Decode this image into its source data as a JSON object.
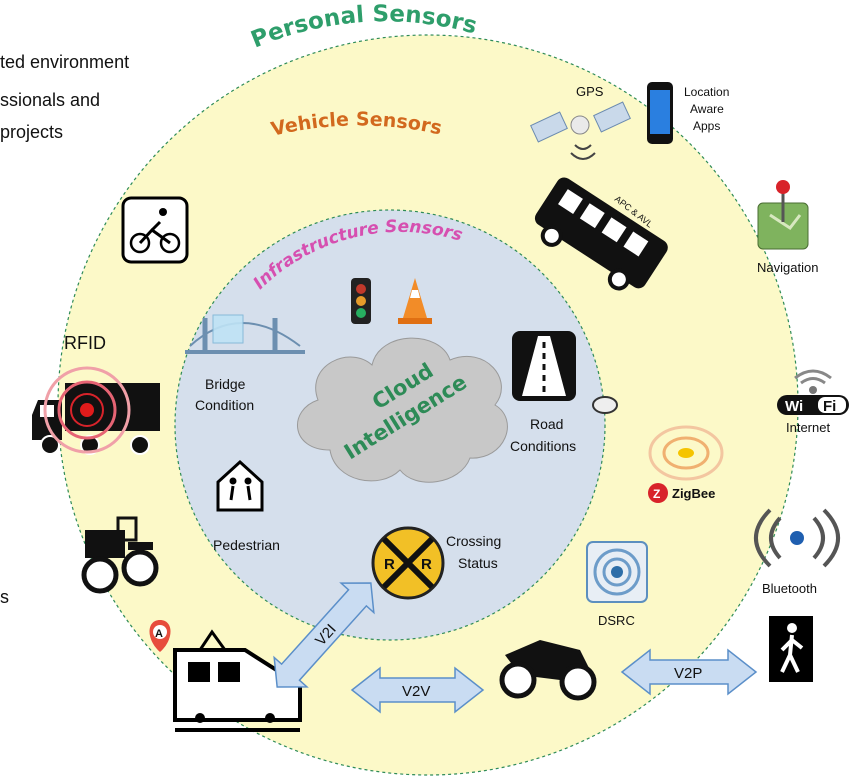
{
  "intro_text": [
    "ted environment",
    "ssionals and",
    "projects"
  ],
  "intro_fragment_lower": "s",
  "rings": {
    "outer_title": "Personal Sensors",
    "middle_title": "Vehicle Sensors",
    "inner_title": "Infrastructure Sensors"
  },
  "center": {
    "line1": "Cloud",
    "line2": "Intelligence"
  },
  "labels": {
    "gps": "GPS",
    "location_apps": [
      "Location",
      "Aware",
      "Apps"
    ],
    "apc_avl": "APC & AVL",
    "navigation": "Navigation",
    "rfid": "RFID",
    "internet": "Internet",
    "wifi_word": "Wi",
    "wifi_fi": "Fi",
    "zigbee": "ZigBee",
    "bluetooth": "Bluetooth",
    "dsrc": "DSRC",
    "bridge": [
      "Bridge",
      "Condition"
    ],
    "road": [
      "Road",
      "Conditions"
    ],
    "pedestrian": "Pedestrian",
    "crossing": [
      "Crossing",
      "Status"
    ],
    "rr_left": "R",
    "rr_right": "R",
    "map_pin": "A"
  },
  "arrows": {
    "v2i": "V2I",
    "v2v": "V2V",
    "v2p": "V2P"
  },
  "colors": {
    "outer_fill": "#fcf9c8",
    "inner_fill": "#d5dfec",
    "ring_border": "#2e8b57",
    "arrow_fill": "#c9dcf2",
    "arrow_stroke": "#5b8fc9",
    "outer_title": "#2e9e6b",
    "middle_title": "#d2691e",
    "inner_title": "#d64fb0",
    "cloud_text": "#2e8b57"
  },
  "icons": [
    "bicycle-icon",
    "satellite-icon",
    "smartphone-icon",
    "bus-icon",
    "navigation-joystick-icon",
    "truck-rfid-icon",
    "wifi-icon",
    "zigbee-icon",
    "tractor-icon",
    "bluetooth-icon",
    "dsrc-icon",
    "train-icon",
    "map-pin-icon",
    "motorcycle-icon",
    "walking-person-icon",
    "traffic-light-icon",
    "traffic-cone-icon",
    "bridge-icon",
    "road-icon",
    "pedestrian-sign-icon",
    "railroad-crossing-icon",
    "cloud-icon"
  ]
}
